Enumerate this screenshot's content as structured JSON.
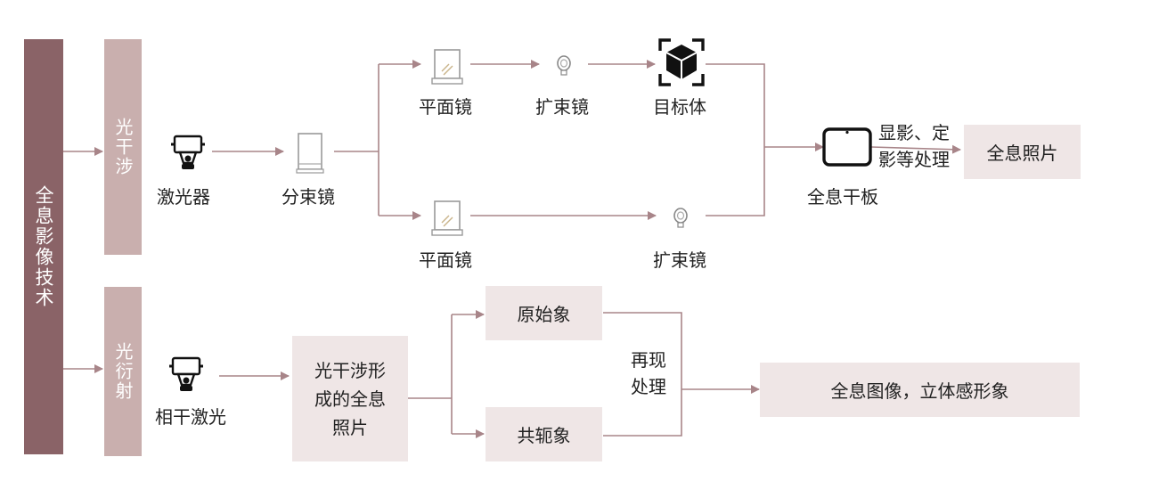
{
  "main_topic": "全息影像技术",
  "branches": {
    "interference": "光干涉",
    "diffraction": "光衍射"
  },
  "top_flow": {
    "laser": "激光器",
    "beam_splitter": "分束镜",
    "upper_mirror": "平面镜",
    "upper_expander": "扩束镜",
    "target": "目标体",
    "lower_mirror": "平面镜",
    "lower_expander": "扩束镜",
    "hologram_plate": "全息干板",
    "develop_fix": "显影、定\n影等处理",
    "hologram_photo": "全息照片"
  },
  "bottom_flow": {
    "coherent_laser": "相干激光",
    "formed_photo": "光干涉形\n成的全息\n照片",
    "original_image": "原始象",
    "conjugate_image": "共轭象",
    "reproduce": "再现\n处理",
    "result": "全息图像，立体感形象"
  },
  "colors": {
    "arrow": "#a88589",
    "main_bar": "#8a6367",
    "sub_bar": "#c9afae",
    "box": "#efe6e6"
  },
  "icons": {
    "laser": "laser-icon",
    "beam_splitter": "beam-splitter-icon",
    "plane_mirror": "plane-mirror-icon",
    "beam_expander": "beam-expander-icon",
    "target_object": "cube-icon",
    "hologram_plate": "tablet-icon"
  }
}
